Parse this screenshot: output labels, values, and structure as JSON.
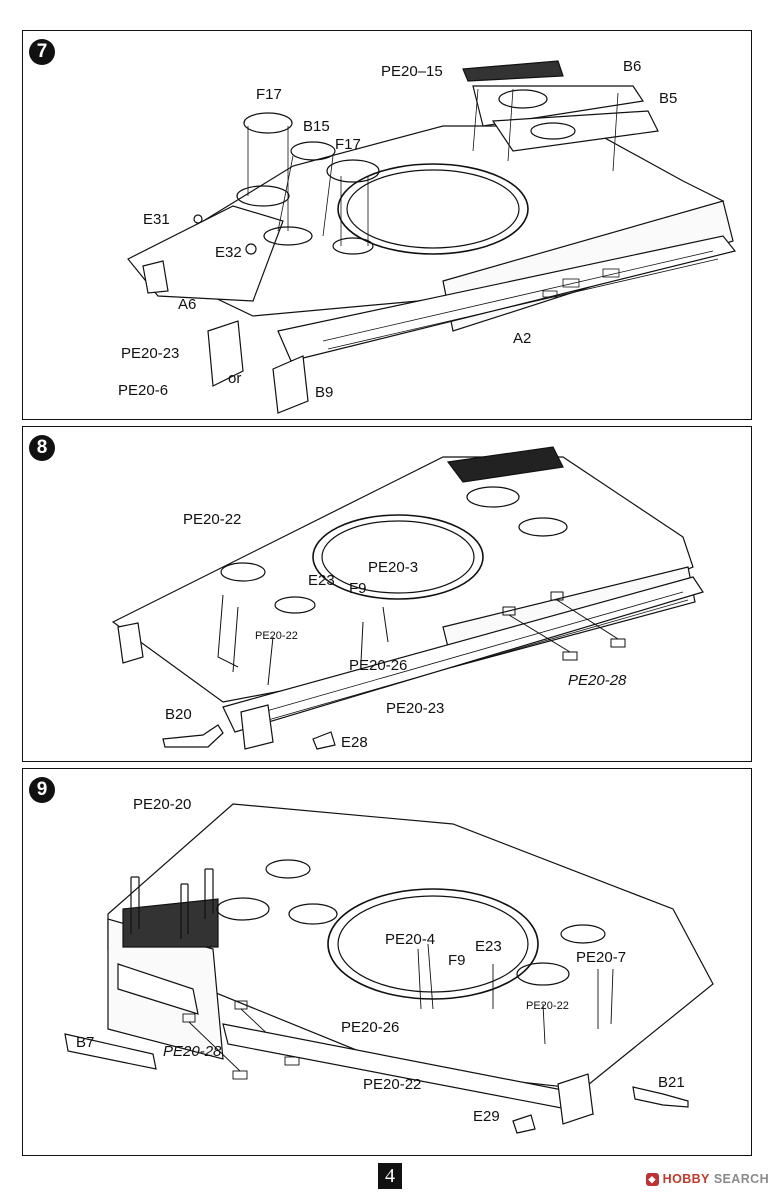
{
  "steps": [
    {
      "number": "7",
      "labels": {
        "pe20_15": "PE20–15",
        "b6": "B6",
        "b5": "B5",
        "f17a": "F17",
        "b15": "B15",
        "f17b": "F17",
        "e31": "E31",
        "e32": "E32",
        "a6": "A6",
        "a2": "A2",
        "pe20_23": "PE20-23",
        "or": "or",
        "pe20_6": "PE20-6",
        "b9": "B9"
      }
    },
    {
      "number": "8",
      "labels": {
        "pe20_22a": "PE20-22",
        "e23": "E23",
        "pe20_3": "PE20-3",
        "f9": "F9",
        "pe20_22b": "PE20-22",
        "pe20_26": "PE20-26",
        "pe20_28": "PE20-28",
        "pe20_23": "PE20-23",
        "b20": "B20",
        "e28": "E28"
      }
    },
    {
      "number": "9",
      "labels": {
        "pe20_20": "PE20-20",
        "pe20_4": "PE20-4",
        "e23": "E23",
        "f9": "F9",
        "pe20_7": "PE20-7",
        "pe20_22a": "PE20-22",
        "pe20_26": "PE20-26",
        "b7": "B7",
        "pe20_28": "PE20-28",
        "pe20_22b": "PE20-22",
        "b21": "B21",
        "e29": "E29"
      }
    }
  ],
  "footer": {
    "page_number": "4",
    "watermark_brand": "HOBBY",
    "watermark_rest": "SEARCH"
  }
}
